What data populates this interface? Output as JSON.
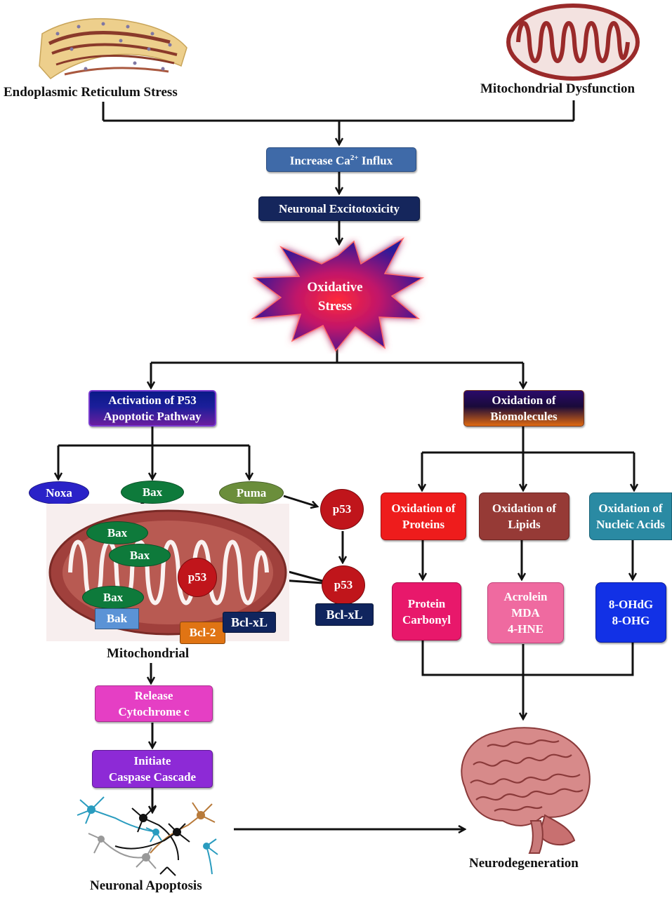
{
  "top": {
    "er_caption": "Endoplasmic Reticulum Stress",
    "mito_caption": "Mitochondrial  Dysfunction"
  },
  "flow": {
    "calcium_prefix": "Increase Ca",
    "calcium_sup": "2+",
    "calcium_suffix": " Influx",
    "excitotoxicity": "Neuronal Excitotoxicity",
    "stress_line1": "Oxidative",
    "stress_line2": "Stress"
  },
  "p53_branch": {
    "header_line1": "Activation of P53",
    "header_line2": "Apoptotic Pathway",
    "noxa": "Noxa",
    "bax": "Bax",
    "puma": "Puma",
    "p53": "p53",
    "bak": "Bak",
    "bcl2": "Bcl-2",
    "bclxl": "Bcl-xL",
    "mito_label": "Mitochondrial",
    "release_line1": "Release",
    "release_line2": "Cytochrome c",
    "caspase_line1": "Initiate",
    "caspase_line2": "Caspase Cascade",
    "apoptosis_caption": "Neuronal Apoptosis"
  },
  "biomolecule_branch": {
    "header_line1": "Oxidation of",
    "header_line2": "Biomolecules",
    "proteins_line1": "Oxidation of",
    "proteins_line2": "Proteins",
    "lipids_line1": "Oxidation of",
    "lipids_line2": "Lipids",
    "nucleic_line1": "Oxidation of",
    "nucleic_line2": "Nucleic Acids",
    "carbonyl_line1": "Protein",
    "carbonyl_line2": "Carbonyl",
    "acrolein_line1": "Acrolein",
    "acrolein_line2": "MDA",
    "acrolein_line3": "4-HNE",
    "ohdg_line1": "8-OHdG",
    "ohdg_line2": "8-OHG"
  },
  "outcome": {
    "neurodegeneration": "Neurodegeneration"
  },
  "colors": {
    "calcium_box": "#3f6aa8",
    "excitotoxicity_box": "#15265c",
    "noxa": "#2a22c8",
    "bax": "#0e7a3b",
    "puma": "#6b8e3b",
    "p53": "#c0151b",
    "bak": "#5b93d6",
    "bcl2": "#e07414",
    "bclxl": "#10255e",
    "release": "#e53fc4",
    "caspase": "#8d2ad6",
    "proteins": "#ee1c1c",
    "lipids": "#963a36",
    "nucleic": "#2a8aa3",
    "carbonyl": "#e8186b",
    "acrolein": "#ef6aa0",
    "ohdg": "#1231e6"
  },
  "icons": {
    "er": "endoplasmic-reticulum-icon",
    "mito": "mitochondrion-icon",
    "neurons": "neurons-icon",
    "brain": "brain-icon"
  }
}
